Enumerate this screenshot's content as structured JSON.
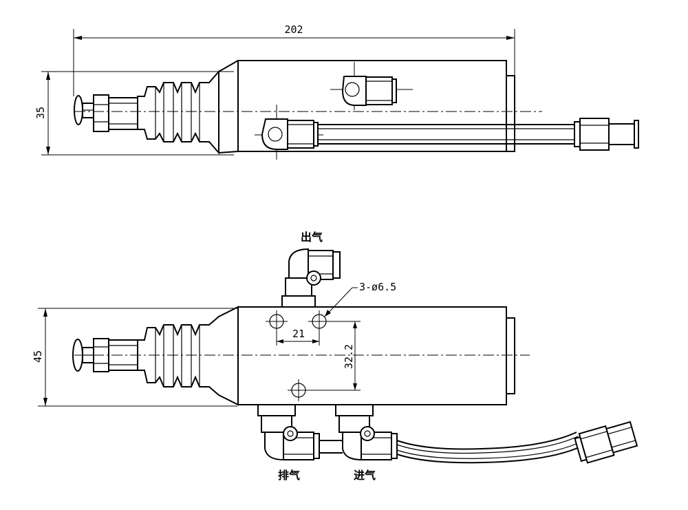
{
  "top_view": {
    "dims": {
      "overall_length": "202",
      "height": "35"
    }
  },
  "front_view": {
    "dims": {
      "height": "45",
      "holes": "3-ø6.5",
      "hole_spacing": "21",
      "vertical_spacing": "32.2"
    },
    "labels": {
      "outlet": "出气",
      "exhaust": "排气",
      "inlet": "进气"
    }
  }
}
